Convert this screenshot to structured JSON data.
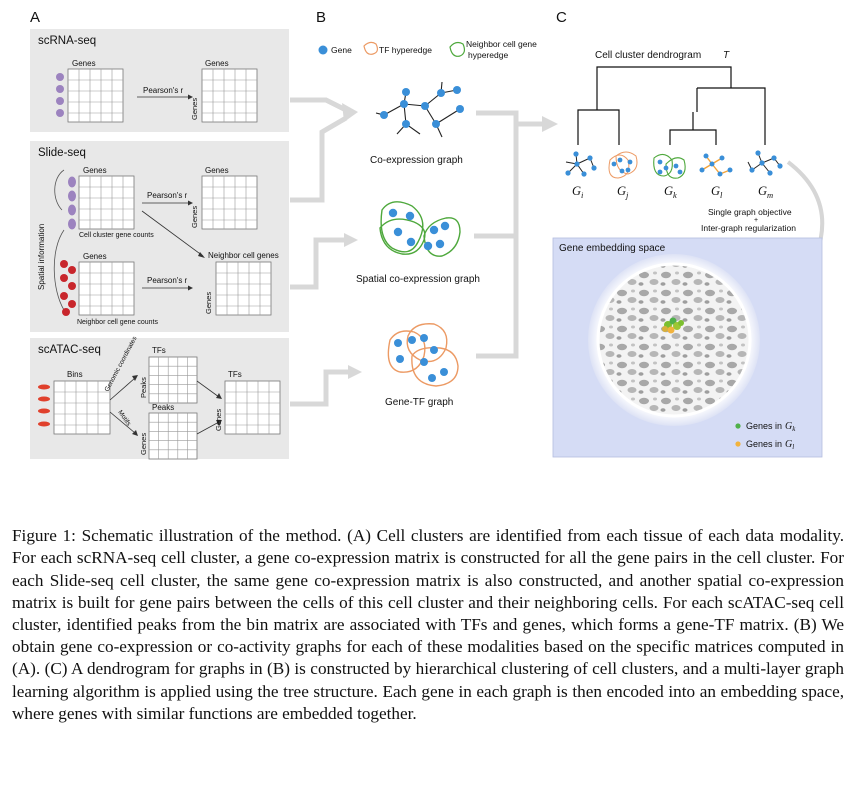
{
  "panels": {
    "a": "A",
    "b": "B",
    "c": "C"
  },
  "panel_a": {
    "scrna": {
      "title": "scRNA-seq",
      "genes_left": "Genes",
      "genes_right": "Genes",
      "pearson": "Pearson's r",
      "genes_vertical": "Genes"
    },
    "slide": {
      "title": "Slide-seq",
      "spatial_info": "Spatial information",
      "genes_top_left": "Genes",
      "cell_cluster_counts": "Cell cluster gene counts",
      "genes_top_right": "Genes",
      "pearson_top": "Pearson's r",
      "genes_vertical_top": "Genes",
      "genes_bottom_left": "Genes",
      "neighbor_counts": "Neighbor cell gene counts",
      "neighbor_genes": "Neighbor cell genes",
      "pearson_bottom": "Pearson's r",
      "genes_vertical_bottom": "Genes"
    },
    "atac": {
      "title": "scATAC-seq",
      "bins": "Bins",
      "genomic_coordinates": "Genomic coordinates",
      "motifs": "Motifs",
      "tfs_top": "TFs",
      "peaks_vertical": "Peaks",
      "peaks_top": "Peaks",
      "genes_vertical": "Genes",
      "tfs_right": "TFs",
      "genes_vertical_right": "Genes"
    }
  },
  "panel_b": {
    "legend_gene": "Gene",
    "legend_tf": "TF hyperedge",
    "legend_neighbor_1": "Neighbor cell gene",
    "legend_neighbor_2": "hyperedge",
    "coexpr": "Co-expression graph",
    "spatial": "Spatial co-expression graph",
    "genetf": "Gene-TF graph"
  },
  "panel_c": {
    "dendro_title": "Cell cluster dendrogram",
    "dendro_symbol": "T",
    "graph_labels": [
      "i",
      "j",
      "k",
      "l",
      "m"
    ],
    "graph_letter": "G",
    "objective_1": "Single graph objective",
    "objective_plus": "+",
    "objective_2": "Inter-graph regularization",
    "embedding_title": "Gene embedding space",
    "legend_k_text": "Genes in",
    "legend_k_sub": "k",
    "legend_l_text": "Genes in",
    "legend_l_sub": "l"
  },
  "caption": "Figure 1: Schematic illustration of the method. (A) Cell clusters are identified from each tissue of each data modality. For each scRNA-seq cell cluster, a gene co-expression matrix is constructed for all the gene pairs in the cell cluster. For each Slide-seq cell cluster, the same gene co-expression matrix is also constructed, and another spatial co-expression matrix is built for gene pairs between the cells of this cell cluster and their neighboring cells. For each scATAC-seq cell cluster, identified peaks from the bin matrix are associated with TFs and genes, which forms a gene-TF matrix. (B) We obtain gene co-expression or co-activity graphs for each of these modalities based on the specific matrices computed in (A). (C) A dendrogram for graphs in (B) is constructed by hierarchical clustering of cell clusters, and a multi-layer graph learning algorithm is applied using the tree structure. Each gene in each graph is then encoded into an embedding space, where genes with similar functions are embedded together.",
  "colors": {
    "panel_bg": "#e8e8e8",
    "embed_bg": "#d5dcf5",
    "gene_blue": "#3a8fd8",
    "tf_orange": "#ec9a64",
    "neighbor_green": "#4ea83c",
    "cell_purple": "#9c83bf",
    "cell_red": "#c8262c",
    "gene_k_dot": "#4fb04a",
    "gene_l_dot": "#f2b33d"
  }
}
